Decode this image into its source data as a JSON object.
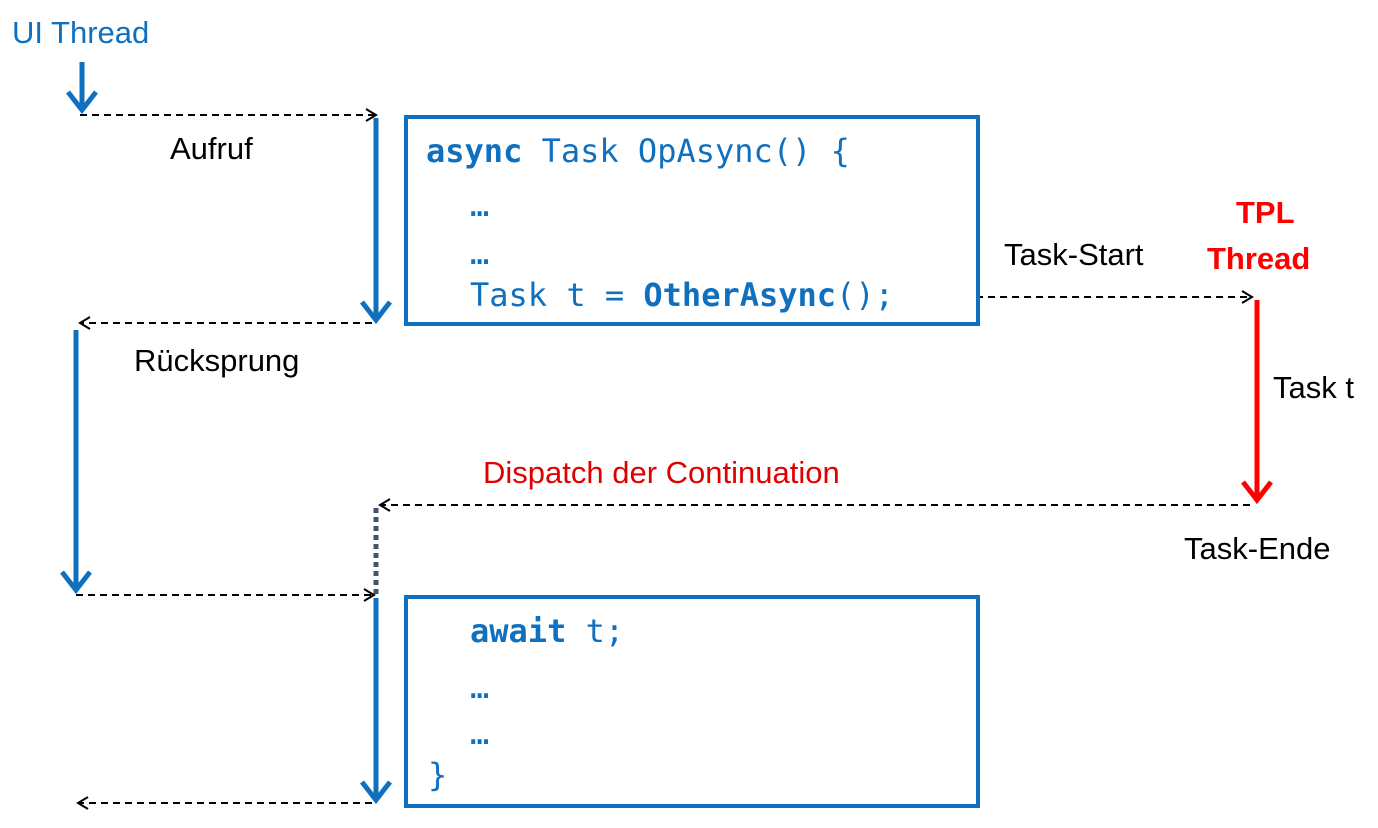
{
  "ui_thread_label": "UI Thread",
  "tpl_thread_label_line1": "TPL",
  "tpl_thread_label_line2": "Thread",
  "labels": {
    "aufruf": "Aufruf",
    "ruecksprung": "Rücksprung",
    "task_start": "Task-Start",
    "task_t": "Task t",
    "dispatch": "Dispatch der Continuation",
    "task_ende": "Task-Ende"
  },
  "code_box_1": {
    "line1_kw": "async",
    "line1_rest": " Task OpAsync() {",
    "line2": "…",
    "line3": "…",
    "line4_pre": "Task t = ",
    "line4_kw": "OtherAsync",
    "line4_post": "();"
  },
  "code_box_2": {
    "line1_kw": "await",
    "line1_rest": " t;",
    "line2": "…",
    "line3": "…",
    "line4": "}"
  },
  "colors": {
    "blue": "#1070C0",
    "red": "#FF0000",
    "dark_dotted": "#44546A"
  }
}
